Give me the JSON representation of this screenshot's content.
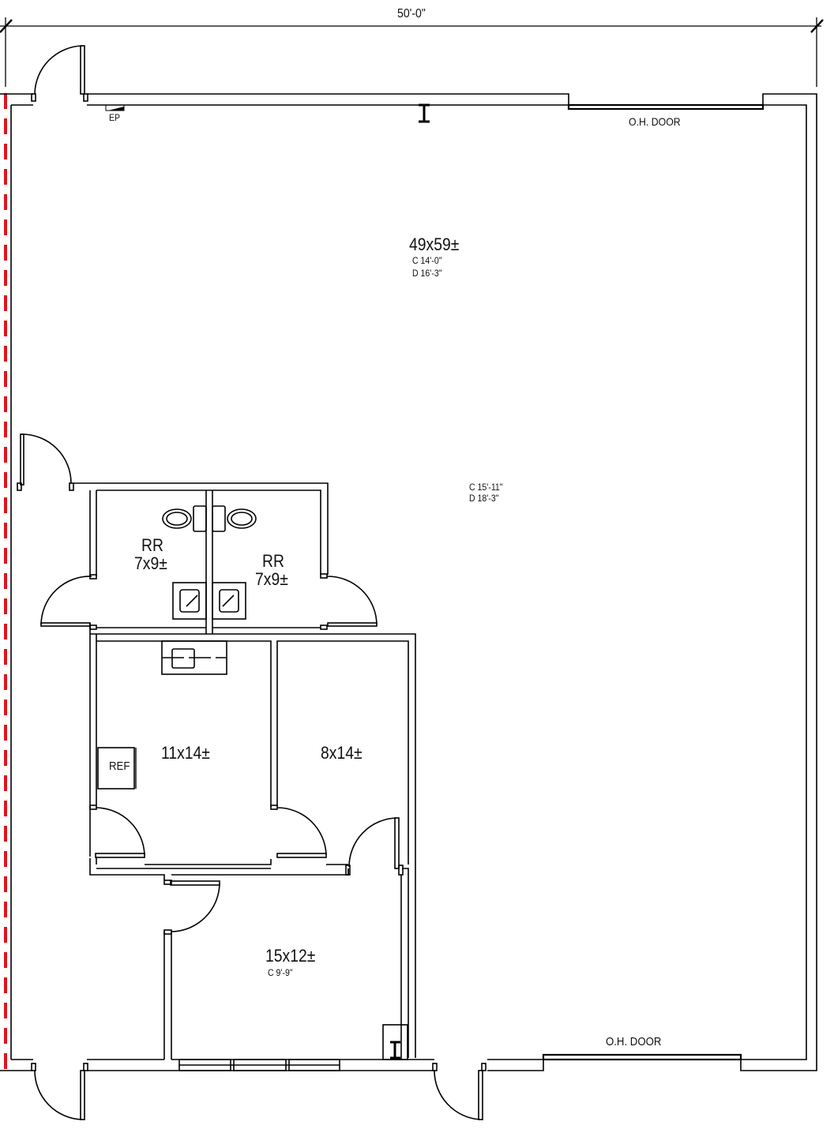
{
  "plan": {
    "overall_dimension": "50'-0\"",
    "property_line_color": "#e0141c",
    "wall_color": "#000000",
    "background": "#ffffff"
  },
  "rooms": {
    "warehouse": {
      "size": "49x59±",
      "ceiling": "C 14'-0\"",
      "door_height": "D 16'-3\""
    },
    "warehouse_secondary": {
      "ceiling": "C 15'-11\"",
      "door_height": "D 18'-3\""
    },
    "restroom_left": {
      "name": "RR",
      "size": "7x9±"
    },
    "restroom_right": {
      "name": "RR",
      "size": "7x9±"
    },
    "office_break": {
      "size": "11x14±",
      "appliance": "REF"
    },
    "office_small": {
      "size": "8x14±"
    },
    "office_front": {
      "size": "15x12±",
      "ceiling": "C 9'-9\""
    }
  },
  "labels": {
    "electrical_panel": "EP",
    "oh_door_top": "O.H. DOOR",
    "oh_door_bottom": "O.H. DOOR"
  }
}
